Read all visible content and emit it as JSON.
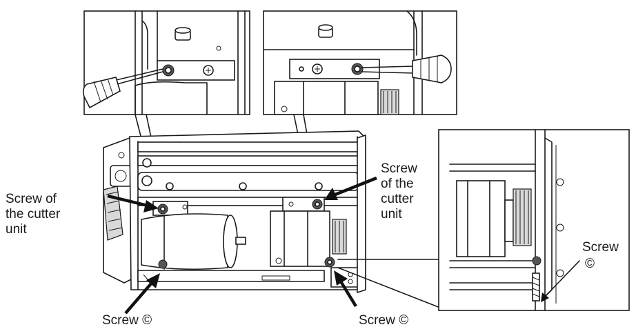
{
  "labels": {
    "screw_cutter_left_1": "Screw of",
    "screw_cutter_left_2": "the cutter",
    "screw_cutter_left_3": "unit",
    "screw_cutter_right_1": "Screw",
    "screw_cutter_right_2": "of the",
    "screw_cutter_right_3": "cutter",
    "screw_cutter_right_4": "unit",
    "screw_c_bottom_left": "Screw ©",
    "screw_c_bottom_right": "Screw ©",
    "screw_c_inset_1": "Screw",
    "screw_c_inset_2": "©"
  }
}
